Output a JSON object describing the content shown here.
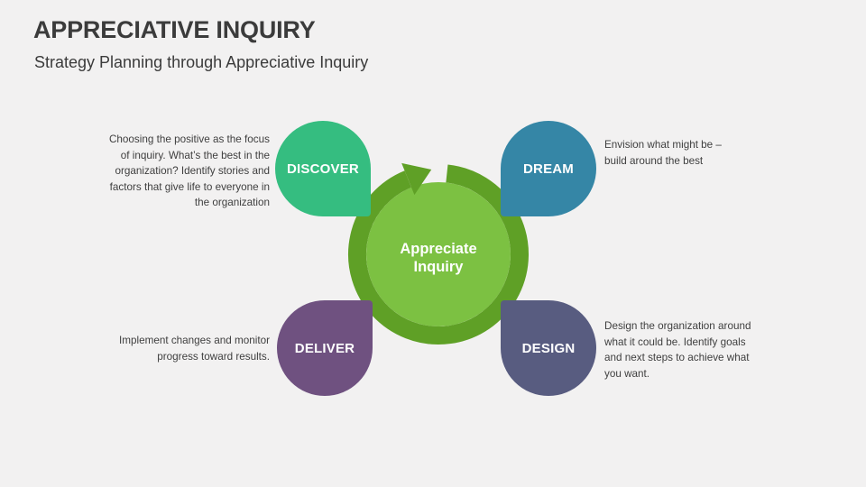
{
  "slide": {
    "title": "APPRECIATIVE INQUIRY",
    "subtitle": "Strategy Planning through Appreciative Inquiry",
    "background": "#F2F1F1"
  },
  "center": {
    "label": "Appreciate\nInquiry",
    "inner_color": "#7CC142",
    "ring_color": "#5FA026"
  },
  "stages": [
    {
      "name": "DISCOVER",
      "color": "#35BD80",
      "description": "Choosing the positive as the focus\nof inquiry. What’s the best in the\norganization? Identify stories and\nfactors that give life to everyone in\nthe organization"
    },
    {
      "name": "DREAM",
      "color": "#3586A6",
      "description": "Envision what might be –\nbuild around the best"
    },
    {
      "name": "DELIVER",
      "color": "#6F5180",
      "description": "Implement changes and monitor\nprogress toward results."
    },
    {
      "name": "DESIGN",
      "color": "#585C80",
      "description": "Design the organization around\nwhat it could be. Identify goals\nand next steps to achieve what\nyou want."
    }
  ]
}
